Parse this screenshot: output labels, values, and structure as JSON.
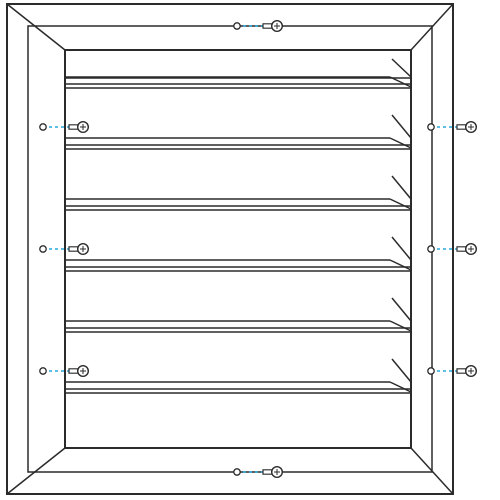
{
  "diagram": {
    "subject": "louvered-grille-mounting",
    "louver_count": 6,
    "mounting_screw_count": 8,
    "screw_sides": [
      "top",
      "left",
      "left",
      "left",
      "right",
      "right",
      "right",
      "bottom"
    ]
  },
  "colors": {
    "outline": "#2b2b2b",
    "frame_fill": "#ffffff",
    "opening_fill": "#ffffff",
    "guide_line": "#29a8e0",
    "screw_fill": "#ffffff"
  }
}
